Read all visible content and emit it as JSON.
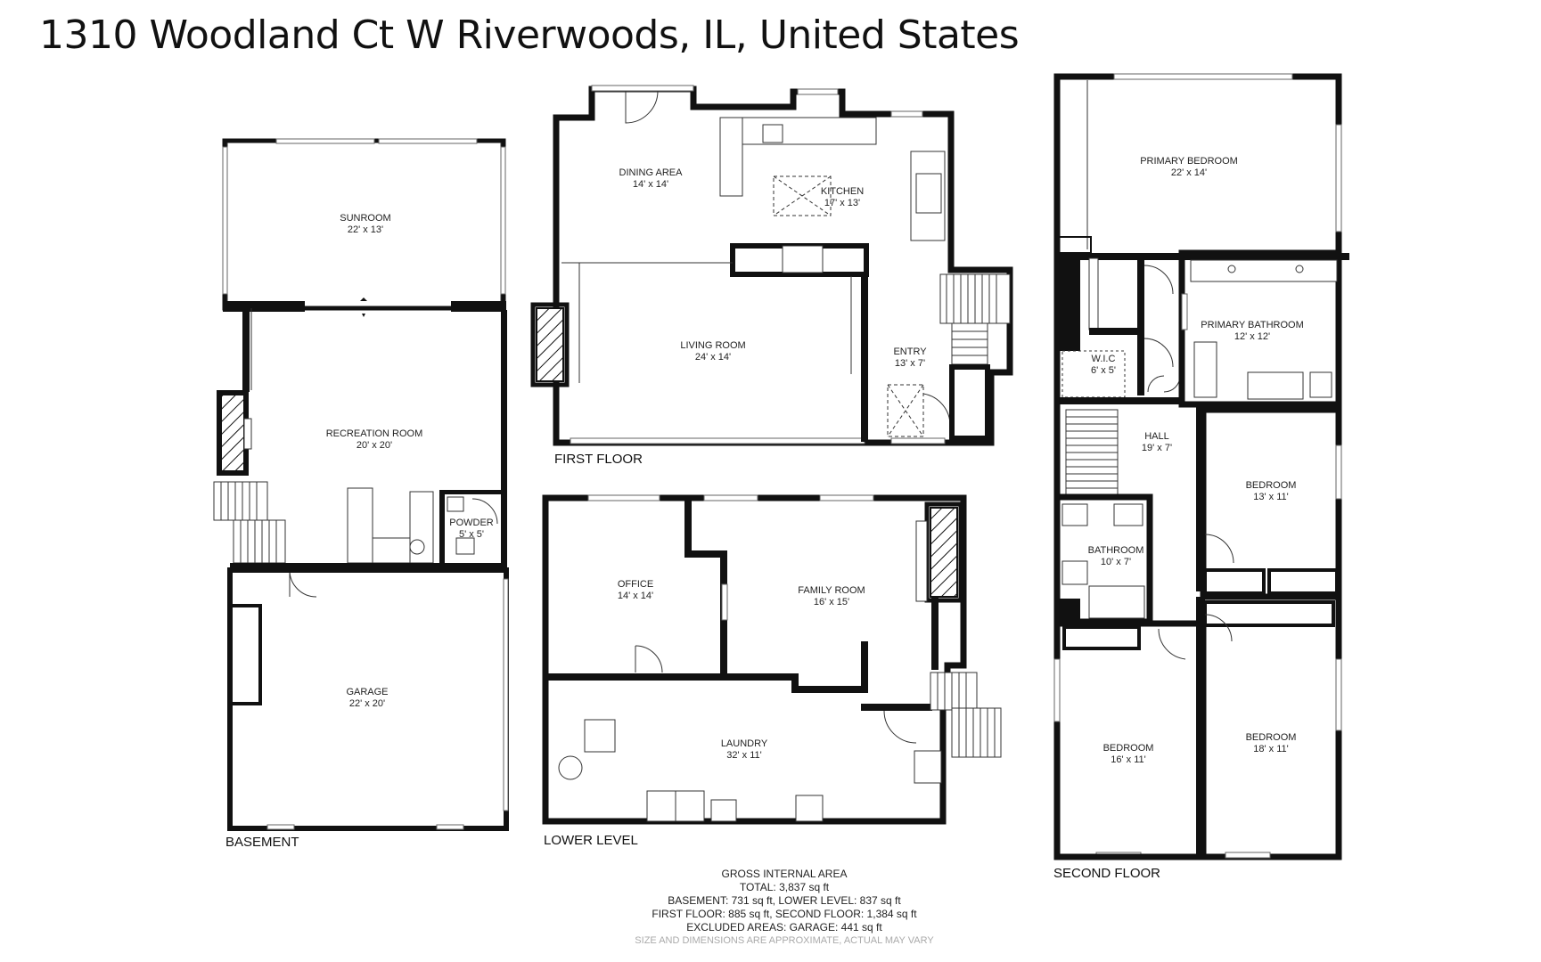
{
  "title": "1310 Woodland Ct W Riverwoods, IL, United States",
  "floors": {
    "basement": {
      "label": "BASEMENT",
      "rooms": [
        {
          "name": "SUNROOM",
          "dims": "22' x 13'"
        },
        {
          "name": "RECREATION ROOM",
          "dims": "20' x 20'"
        },
        {
          "name": "POWDER",
          "dims": "5' x 5'"
        },
        {
          "name": "GARAGE",
          "dims": "22' x 20'"
        }
      ]
    },
    "first": {
      "label": "FIRST FLOOR",
      "rooms": [
        {
          "name": "DINING AREA",
          "dims": "14' x 14'"
        },
        {
          "name": "KITCHEN",
          "dims": "17' x 13'"
        },
        {
          "name": "LIVING ROOM",
          "dims": "24' x 14'"
        },
        {
          "name": "ENTRY",
          "dims": "13' x 7'"
        }
      ]
    },
    "lower": {
      "label": "LOWER LEVEL",
      "rooms": [
        {
          "name": "OFFICE",
          "dims": "14' x 14'"
        },
        {
          "name": "FAMILY ROOM",
          "dims": "16' x 15'"
        },
        {
          "name": "LAUNDRY",
          "dims": "32' x 11'"
        }
      ]
    },
    "second": {
      "label": "SECOND FLOOR",
      "rooms": [
        {
          "name": "PRIMARY BEDROOM",
          "dims": "22' x 14'"
        },
        {
          "name": "PRIMARY BATHROOM",
          "dims": "12' x 12'"
        },
        {
          "name": "W.I.C",
          "dims": "6' x 5'"
        },
        {
          "name": "HALL",
          "dims": "19' x 7'"
        },
        {
          "name": "BEDROOM",
          "dims": "13' x 11'"
        },
        {
          "name": "BATHROOM",
          "dims": "10' x 7'"
        },
        {
          "name": "BEDROOM",
          "dims": "16' x 11'"
        },
        {
          "name": "BEDROOM",
          "dims": "18' x 11'"
        }
      ]
    }
  },
  "area_summary": {
    "heading": "GROSS INTERNAL AREA",
    "total": "TOTAL: 3,837 sq ft",
    "line1": "BASEMENT: 731 sq ft, LOWER LEVEL: 837 sq ft",
    "line2": "FIRST FLOOR: 885 sq ft, SECOND FLOOR: 1,384 sq ft",
    "line3": "EXCLUDED AREAS: GARAGE: 441 sq ft",
    "disclaimer": "SIZE AND DIMENSIONS ARE APPROXIMATE, ACTUAL MAY VARY"
  }
}
